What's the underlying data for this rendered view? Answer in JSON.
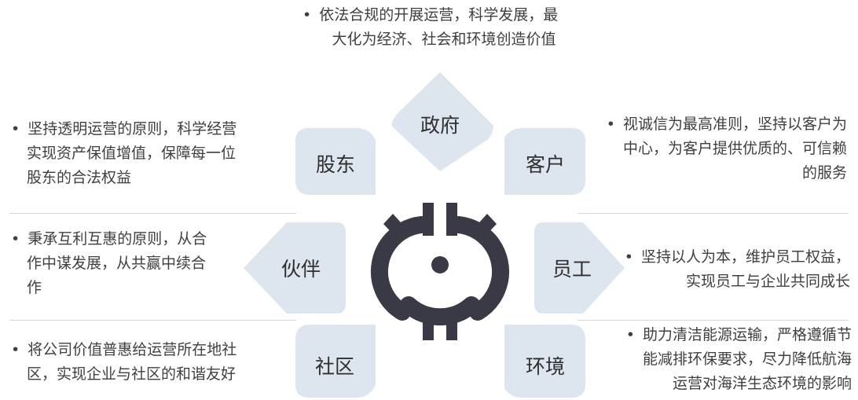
{
  "center": {
    "icon": "gear-icon"
  },
  "colors": {
    "shape_fill": "#dde5ef",
    "icon": "#3a3a47",
    "text": "#3f3f3f",
    "divider": "#d0d6de"
  },
  "stakeholders": {
    "government": {
      "label": "政府",
      "lines": [
        "依法合规的开展运营，科学发展，最",
        "大化为经济、社会和环境创造价值"
      ]
    },
    "shareholders": {
      "label": "股东",
      "lines": [
        "坚持透明运营的原则，科学经营",
        "实现资产保值增值，保障每一位",
        "股东的合法权益"
      ]
    },
    "customers": {
      "label": "客户",
      "lines": [
        "视诚信为最高准则，坚持以客户为",
        "中心，为客户提供优质的、可信赖",
        "的服务"
      ]
    },
    "partners": {
      "label": "伙伴",
      "lines": [
        "秉承互利互惠的原则，从合",
        "作中谋发展，从共赢中续合",
        "作"
      ]
    },
    "employees": {
      "label": "员工",
      "lines": [
        "坚持以人为本，维护员工权益，",
        "实现员工与企业共同成长"
      ]
    },
    "community": {
      "label": "社区",
      "lines": [
        "将公司价值普惠给运营所在地社",
        "区，实现企业与社区的和谐友好"
      ]
    },
    "environment": {
      "label": "环境",
      "lines": [
        "助力清洁能源运输，严格遵循节",
        "能减排环保要求，尽力降低航海",
        "运营对海洋生态环境的影响"
      ]
    }
  }
}
